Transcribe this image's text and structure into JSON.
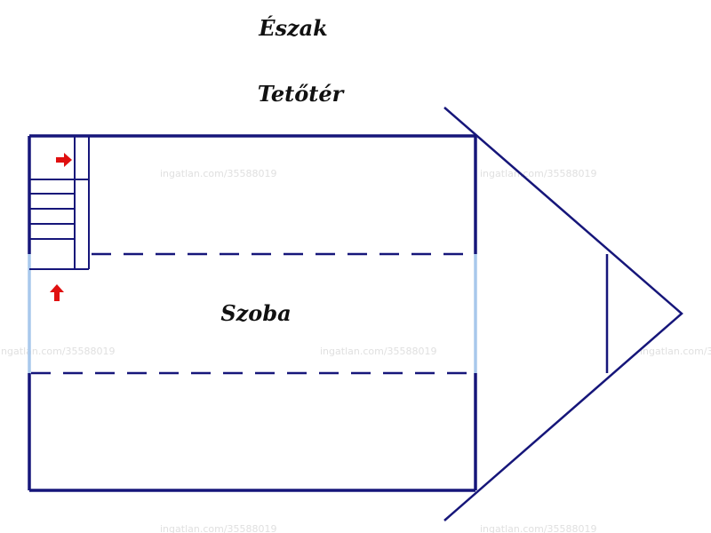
{
  "labels": {
    "north": "Észak",
    "floor": "Tetőtér",
    "room": "Szoba"
  },
  "watermark": "ingatlan.com/35588019",
  "colors": {
    "wall": "#16167a",
    "window": "#a8c8ec",
    "arrow": "#e01010",
    "text": "#111111",
    "watermark": "#e0e0e0"
  },
  "icons": {
    "stair_arrow_right": "arrow-right-icon",
    "stair_arrow_up": "arrow-up-icon"
  }
}
